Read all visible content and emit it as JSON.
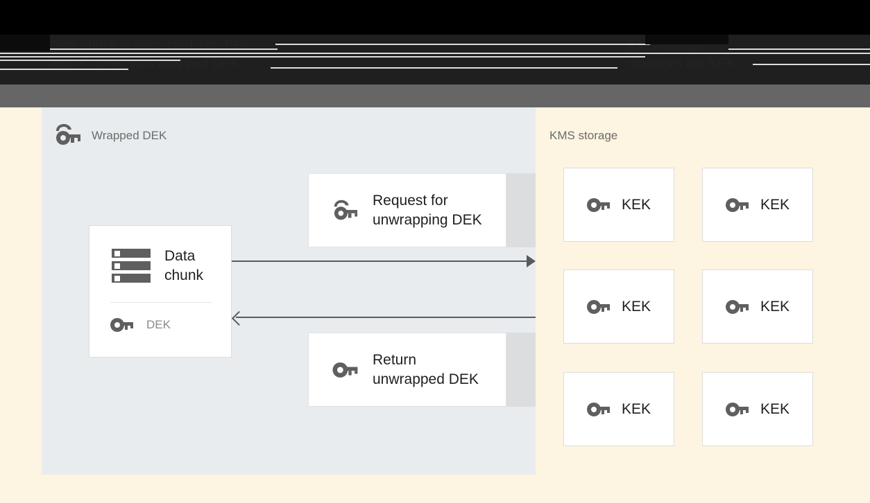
{
  "header": {
    "left_text": "Data chunk is encrypted with DEK\nand is stored with wrapped DEK",
    "right_text": "KMS storage\nmanages the KEK"
  },
  "storage_panel": {
    "title": "Wrapped DEK",
    "title_icon": "wrapped-key-icon",
    "data_chunk": {
      "icon": "storage-bars-icon",
      "label": "Data\nchunk",
      "key_icon": "key-icon",
      "key_label": "DEK"
    },
    "messages": [
      {
        "icon": "wrapped-key-icon",
        "label": "Request for\nunwrapping DEK"
      },
      {
        "icon": "key-icon",
        "label": "Return\nunwrapped DEK"
      }
    ],
    "arrows": [
      {
        "name": "request-arrow",
        "direction": "right"
      },
      {
        "name": "return-arrow",
        "direction": "left"
      }
    ]
  },
  "kms_panel": {
    "title": "KMS storage",
    "keys": [
      {
        "icon": "key-icon",
        "label": "KEK"
      },
      {
        "icon": "key-icon",
        "label": "KEK"
      },
      {
        "icon": "key-icon",
        "label": "KEK"
      },
      {
        "icon": "key-icon",
        "label": "KEK"
      },
      {
        "icon": "key-icon",
        "label": "KEK"
      },
      {
        "icon": "key-icon",
        "label": "KEK"
      }
    ]
  },
  "colors": {
    "storage_panel_bg": "#E8ECEF",
    "kms_panel_bg": "#FDF5E1",
    "card_bg": "#FFFFFF",
    "card_border": "#DCDCDC",
    "clip_band": "#DCDDDE",
    "arrow": "#5A5A5A",
    "icon": "#5F5F5F",
    "title_text": "#6B6B6B",
    "body_text": "#1F1F1F",
    "muted_text": "#8A8A8A",
    "header_band_black": "#000000",
    "header_band_dark": "#1F1F1F",
    "header_band_gray": "#666666"
  }
}
